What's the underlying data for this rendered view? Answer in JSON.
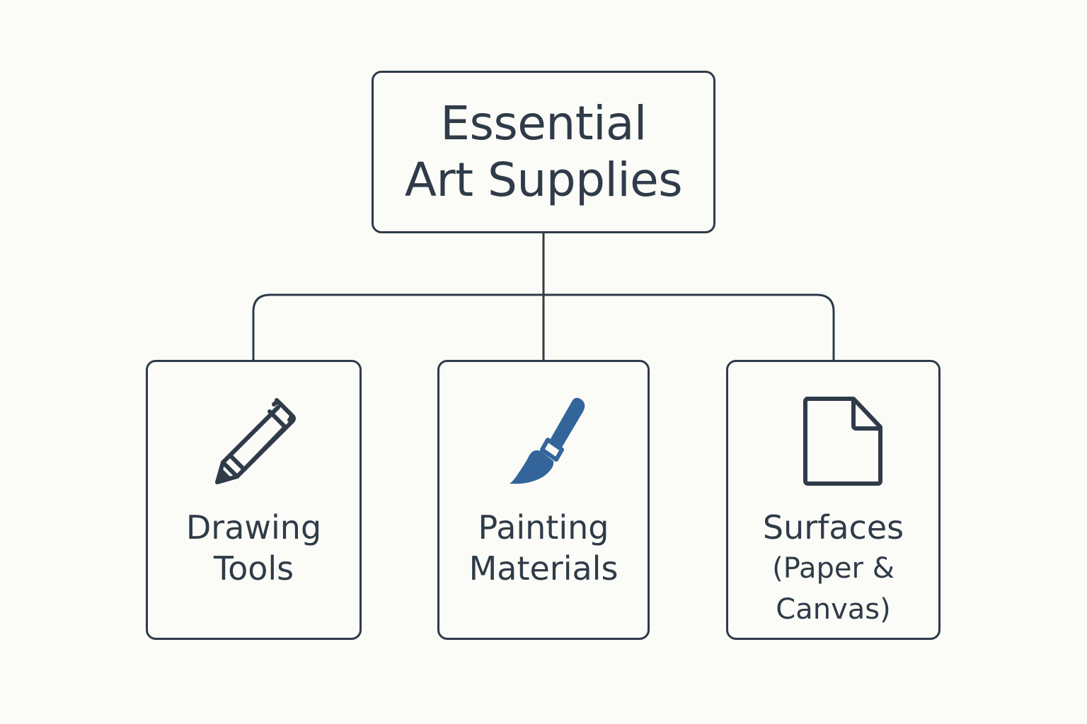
{
  "colors": {
    "background": "#fbfbf7",
    "stroke": "#2f3b48",
    "accent": "#34659a"
  },
  "root": {
    "lines": [
      "Essential",
      "Art Supplies"
    ]
  },
  "children": [
    {
      "icon": "pencil-icon",
      "lines": [
        "Drawing",
        "Tools"
      ]
    },
    {
      "icon": "paintbrush-icon",
      "lines": [
        "Painting",
        "Materials"
      ]
    },
    {
      "icon": "document-icon",
      "lines": [
        "Surfaces",
        "(Paper &",
        "Canvas)"
      ]
    }
  ]
}
